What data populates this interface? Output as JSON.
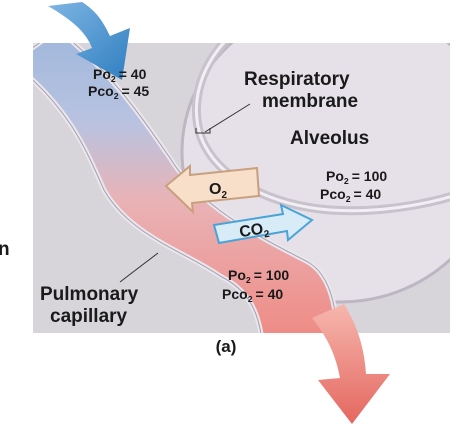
{
  "labels": {
    "respiratory_line1": "Respiratory",
    "respiratory_line2": "membrane",
    "alveolus": "Alveolus",
    "pulmonary_line1": "Pulmonary",
    "pulmonary_line2": "capillary",
    "panel_label": "(a)",
    "edge_fragment": "n"
  },
  "pressures": {
    "venous": {
      "po2_prefix": "Po",
      "po2_sub": "2",
      "po2_value": "= 40",
      "pco2_prefix": "Pco",
      "pco2_sub": "2",
      "pco2_value": "= 45"
    },
    "alveolus": {
      "po2_prefix": "Po",
      "po2_sub": "2",
      "po2_value": "= 100",
      "pco2_prefix": "Pco",
      "pco2_sub": "2",
      "pco2_value": "= 40"
    },
    "arterial": {
      "po2_prefix": "Po",
      "po2_sub": "2",
      "po2_value": "= 100",
      "pco2_prefix": "Pco",
      "pco2_sub": "2",
      "pco2_value": "= 40"
    }
  },
  "gases": {
    "o2": {
      "symbol": "O",
      "sub": "2",
      "fill": "#f7dfc9",
      "stroke": "#c9a07e"
    },
    "co2": {
      "symbol": "CO",
      "sub": "2",
      "fill": "#d7ecf7",
      "stroke": "#4aa3d8"
    }
  },
  "colors": {
    "deoxygenated_blood": "#9fb7dc",
    "oxygenated_blood": "#ef8a84",
    "alveolus": "#e6e1e8",
    "panel": "#d7d4da",
    "inflow_arrow": "#2f7fc1",
    "outflow_arrow": "#e4675f"
  }
}
